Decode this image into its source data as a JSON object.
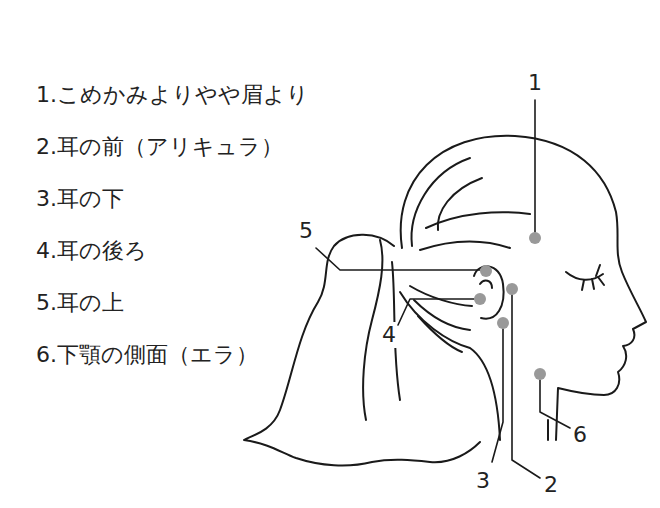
{
  "diagram": {
    "labels": [
      "1.こめかみよりやや眉より",
      "2.耳の前（アリキュラ）",
      "3.耳の下",
      "4.耳の後ろ",
      "5.耳の上",
      "6.下顎の側面（エラ）",
      "1",
      "5",
      "4",
      "3",
      "2",
      "6"
    ]
  }
}
